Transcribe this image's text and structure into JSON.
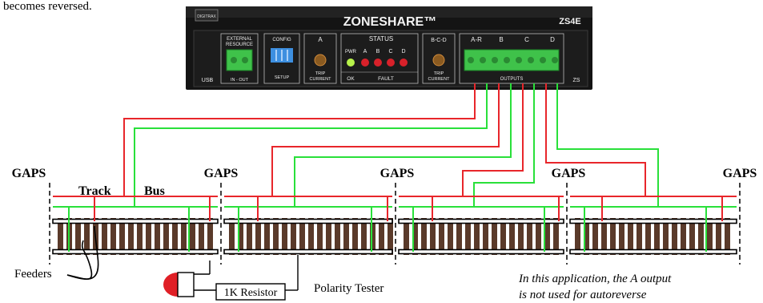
{
  "top_text": "becomes reversed.",
  "device": {
    "brand": "ZONESHARE™",
    "model": "ZS4E",
    "logo": "DIGITRAX",
    "panels": {
      "external_resource": [
        "EXTERNAL",
        "RESOURCE"
      ],
      "external_resource_sub": "IN - OUT",
      "config": "CONFIG",
      "config_sub": "SETUP",
      "trip_a": "A",
      "trip_label": [
        "TRIP",
        "CURRENT"
      ],
      "status": "STATUS",
      "pwr": "PWR",
      "status_letters": [
        "A",
        "B",
        "C",
        "D"
      ],
      "ok": "OK",
      "fault": "FAULT",
      "bcd": "B-C-D",
      "terminals": [
        "A-R",
        "B",
        "C",
        "D"
      ],
      "terminal_sub": "OUTPUTS",
      "left_mark": "USB",
      "right_mark": "ZS"
    }
  },
  "labels": {
    "gaps": "GAPS",
    "track": "Track",
    "bus": "Bus",
    "feeders": "Feeders",
    "resistor": "1K Resistor",
    "polarity_tester": "Polarity Tester",
    "note_line1": "In this application, the A output",
    "note_line2": "is not used for autoreverse"
  },
  "colors": {
    "red_wire": "#e8262b",
    "green_wire": "#29e03a",
    "device_body": "#141414",
    "terminal_green": "#3fc24a",
    "rail": "#000000",
    "tie": "#5a3a2a",
    "led_red": "#d8212a",
    "tester_red": "#e01f26"
  }
}
